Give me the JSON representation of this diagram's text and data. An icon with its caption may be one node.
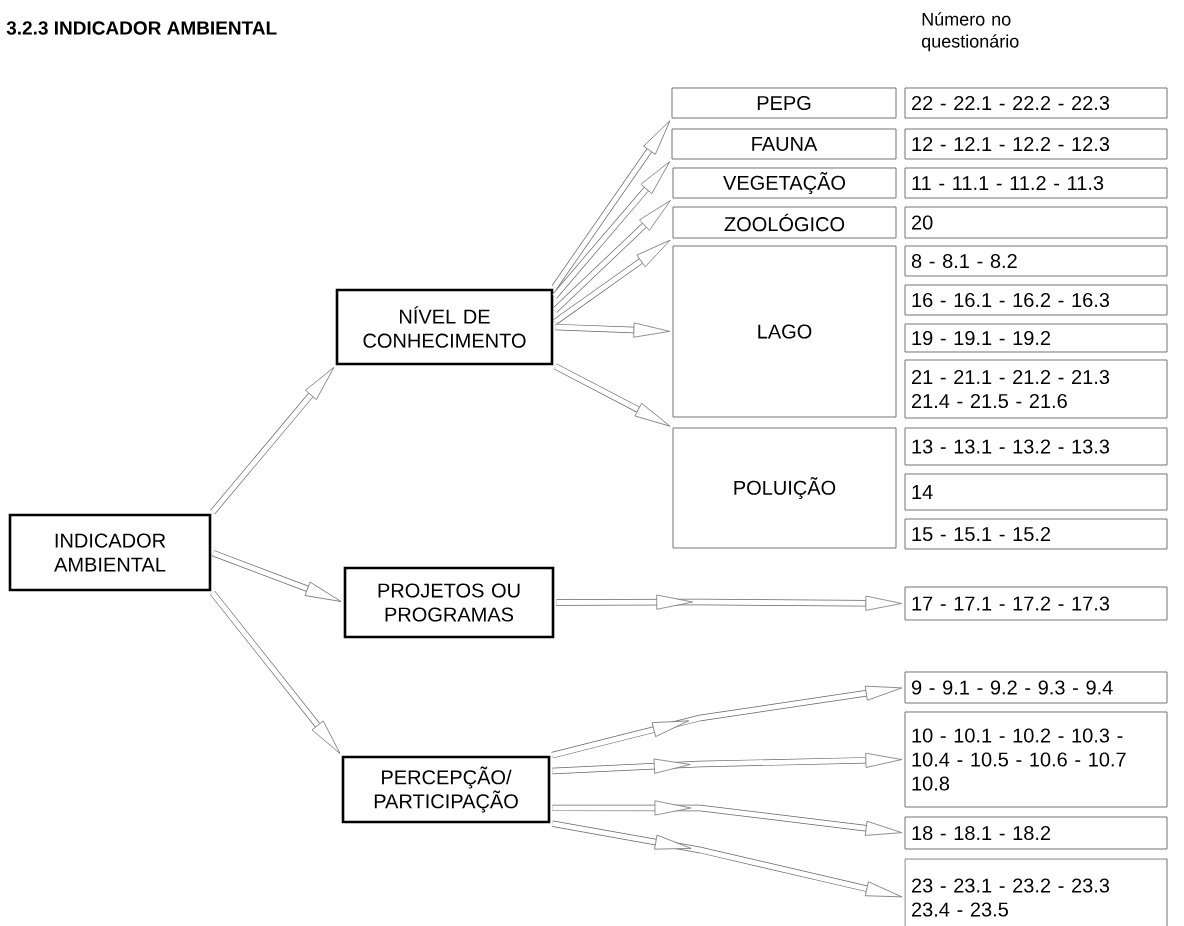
{
  "diagram": {
    "title": "3.2.3 INDICADOR AMBIENTAL",
    "nodes": [
      {
        "text": [
          "INDICADOR AMBIENTAL"
        ]
      },
      {
        "text": [
          "NÍVEL DE CONHECIMENTO"
        ]
      },
      {
        "text": [
          "PROJETOS OU PROGRAMAS"
        ]
      },
      {
        "text": [
          "PERCEPÇÃO/ PARTICIPAÇÃO"
        ]
      },
      {
        "text": [
          "PEPG"
        ]
      },
      {
        "text": [
          "FAUNA"
        ]
      },
      {
        "text": [
          "VEGETAÇÃO"
        ]
      },
      {
        "text": [
          "ZOOLÓGICO"
        ]
      },
      {
        "text": [
          "LAGO"
        ]
      },
      {
        "text": [
          "POLUIÇÃO"
        ]
      },
      {
        "text": [
          "22 - 22.1 - 22.2 - 22.3"
        ]
      },
      {
        "text": [
          "12 - 12.1 - 12.2 - 12.3"
        ]
      },
      {
        "text": [
          "11 - 11.1 - 11.2 - 11.3"
        ]
      },
      {
        "text": [
          "20"
        ]
      },
      {
        "text": [
          "8 - 8.1 - 8.2"
        ]
      },
      {
        "text": [
          "16 - 16.1 - 16.2 - 16.3"
        ]
      },
      {
        "text": [
          "19 - 19.1 - 19.2"
        ]
      },
      {
        "text": [
          "21 - 21.1 - 21.2 - 21.3 21.4 - 21.5 - 21.6"
        ]
      },
      {
        "text": [
          "13 - 13.1 - 13.2  - 13.3"
        ]
      },
      {
        "text": [
          "14"
        ]
      },
      {
        "text": [
          "15 - 15.1 - 15.2"
        ]
      },
      {
        "text": [
          "17 - 17.1 - 17.2 - 17.3"
        ]
      },
      {
        "text": [
          "9 - 9.1 - 9.2 - 9.3 - 9.4"
        ]
      },
      {
        "text": [
          "10 - 10.1 - 10.2 - 10.3 - 10.4 - 10.5 - 10.6 - 10.7 10.8"
        ]
      },
      {
        "text": [
          "18 - 18.1 - 18.2"
        ]
      },
      {
        "text": [
          "23 - 23.1 - 23.2 - 23.3 23.4 - 23.5"
        ]
      }
    ],
    "edges": [
      {
        "from": 0,
        "to": 1,
        "arrow": "to"
      },
      {
        "from": 0,
        "to": 2,
        "arrow": "to"
      },
      {
        "from": 0,
        "to": 3,
        "arrow": "to"
      },
      {
        "from": 1,
        "to": 4,
        "arrow": "to"
      },
      {
        "from": 1,
        "to": 5,
        "arrow": "to"
      },
      {
        "from": 1,
        "to": 6,
        "arrow": "to"
      },
      {
        "from": 1,
        "to": 7,
        "arrow": "to"
      },
      {
        "from": 1,
        "to": 8,
        "arrow": "to"
      },
      {
        "from": 1,
        "to": 9,
        "arrow": "to"
      },
      {
        "from": 2,
        "to": 21,
        "arrow": "to"
      },
      {
        "from": 3,
        "to": 22,
        "arrow": "to"
      },
      {
        "from": 3,
        "to": 23,
        "arrow": "to"
      },
      {
        "from": 3,
        "to": 24,
        "arrow": "to"
      },
      {
        "from": 3,
        "to": 25,
        "arrow": "to"
      }
    ],
    "labels": [
      "Número no questionário"
    ]
  }
}
